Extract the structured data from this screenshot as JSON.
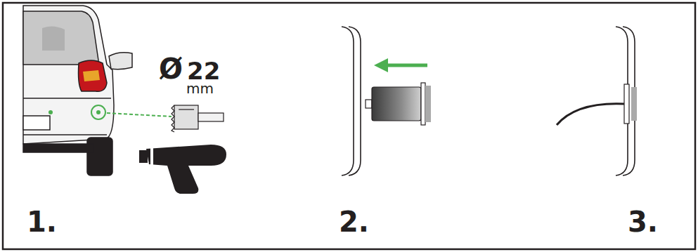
{
  "diagram": {
    "labels": [
      "Ø",
      "22",
      "mm",
      "1.",
      "2.",
      "3."
    ]
  }
}
